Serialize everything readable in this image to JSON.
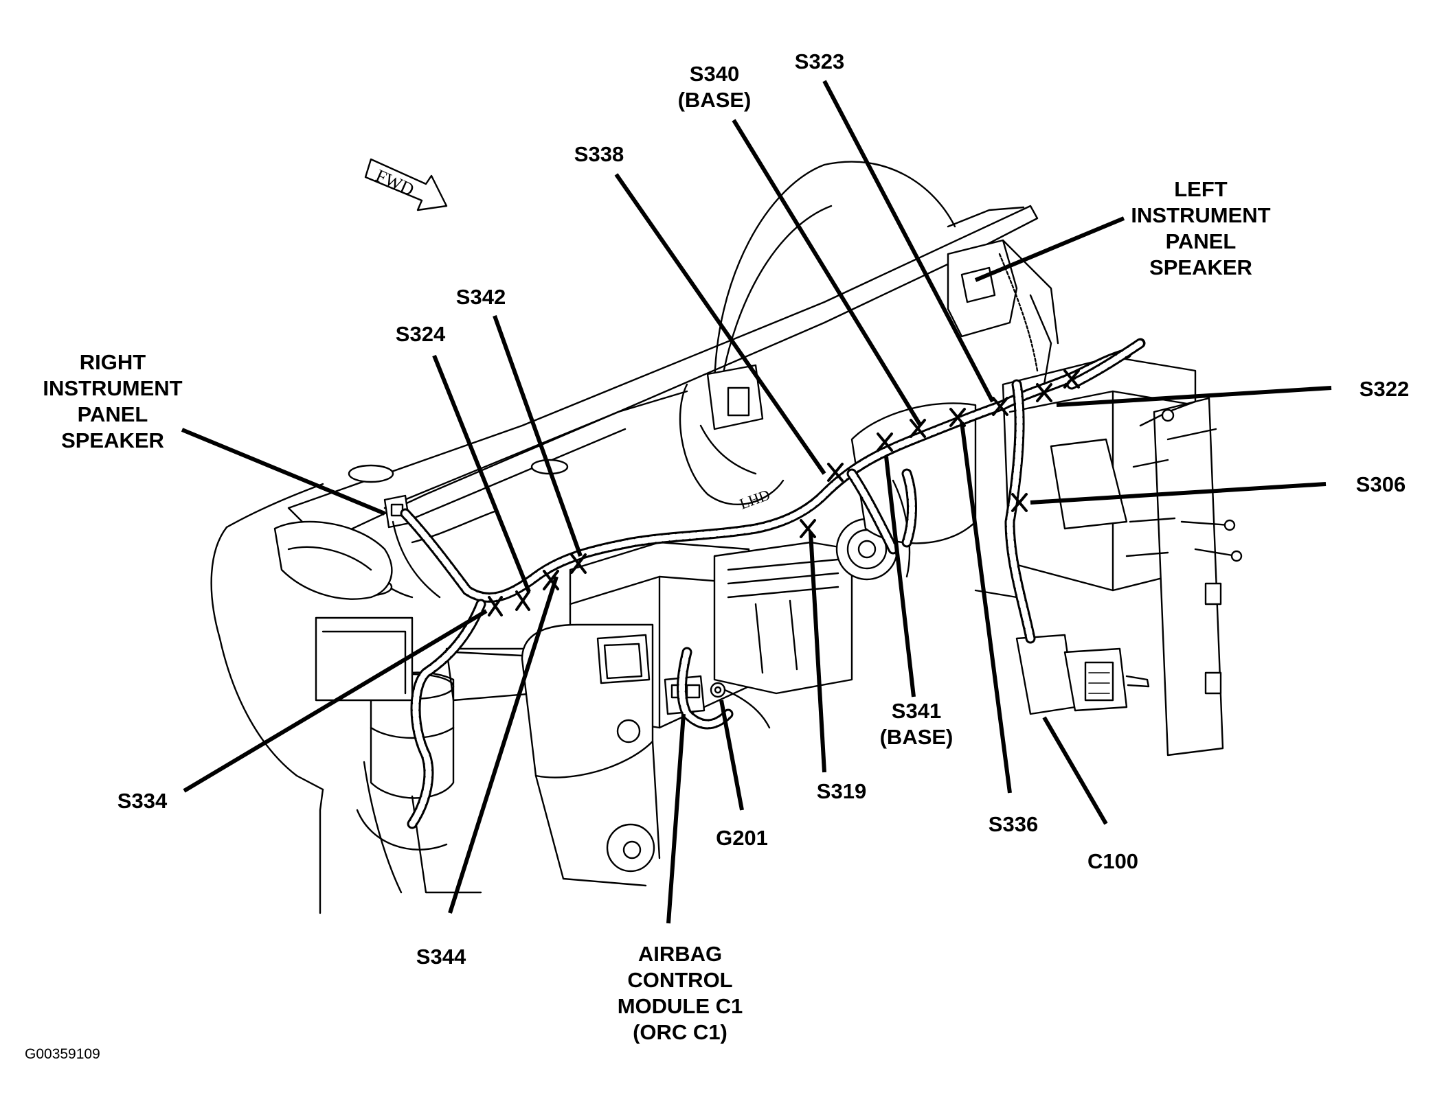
{
  "diagram_code": "G00359109",
  "fwd_label": "FWD",
  "lhd_label": "LHD",
  "callouts": {
    "right_speaker": [
      "RIGHT",
      "INSTRUMENT",
      "PANEL",
      "SPEAKER"
    ],
    "left_speaker": [
      "LEFT",
      "INSTRUMENT",
      "PANEL",
      "SPEAKER"
    ],
    "s324": [
      "S324"
    ],
    "s342": [
      "S342"
    ],
    "s338": [
      "S338"
    ],
    "s340": [
      "S340",
      "(BASE)"
    ],
    "s323": [
      "S323"
    ],
    "s322": [
      "S322"
    ],
    "s306": [
      "S306"
    ],
    "s334": [
      "S334"
    ],
    "s344": [
      "S344"
    ],
    "airbag": [
      "AIRBAG",
      "CONTROL",
      "MODULE C1",
      "(ORC C1)"
    ],
    "g201": [
      "G201"
    ],
    "s319": [
      "S319"
    ],
    "s341": [
      "S341",
      "(BASE)"
    ],
    "s336": [
      "S336"
    ],
    "c100": [
      "C100"
    ]
  }
}
